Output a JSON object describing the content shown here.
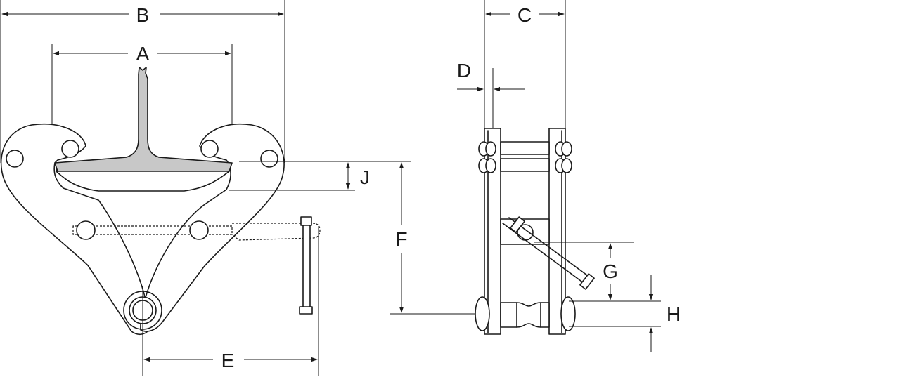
{
  "labels": {
    "A": "A",
    "B": "B",
    "C": "C",
    "D": "D",
    "E": "E",
    "F": "F",
    "G": "G",
    "H": "H",
    "J": "J"
  },
  "colors": {
    "line": "#1a1a1a",
    "beam_fill": "#c8c8c8",
    "background": "#ffffff"
  }
}
